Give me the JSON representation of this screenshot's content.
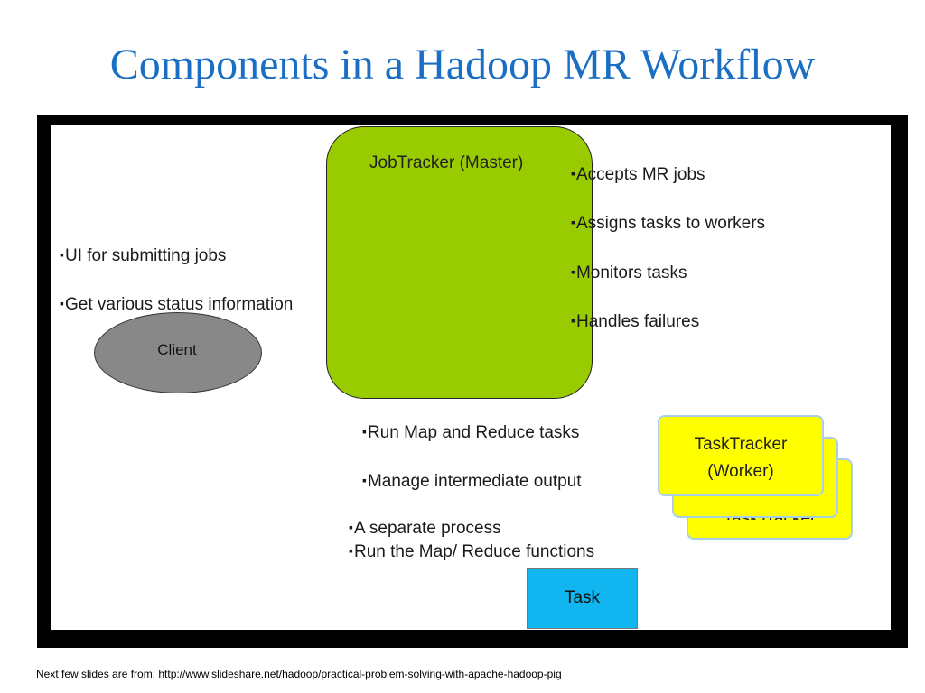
{
  "title": "Components in a Hadoop MR Workflow",
  "jobtracker": {
    "label": "JobTracker (Master)",
    "color": "#99cc00",
    "bullets": [
      "Accepts MR jobs",
      "Assigns tasks to workers",
      "Monitors tasks",
      "Handles failures"
    ]
  },
  "client": {
    "label": "Client",
    "color": "#888888",
    "bullets": [
      "UI for submitting jobs",
      "Get various status information"
    ]
  },
  "tasktracker": {
    "front_label_line1": "TaskTracker",
    "front_label_line2": "(Worker)",
    "back_label": "TaskTracker",
    "color": "#ffff00",
    "bullets": [
      "Run Map and Reduce tasks",
      "Manage intermediate output"
    ]
  },
  "task": {
    "label": "Task",
    "color": "#11b5ef",
    "bullets": [
      "A separate process",
      "Run the Map/ Reduce functions"
    ]
  },
  "footer": "Next few slides are from: http://www.slideshare.net/hadoop/practical-problem-solving-with-apache-hadoop-pig"
}
